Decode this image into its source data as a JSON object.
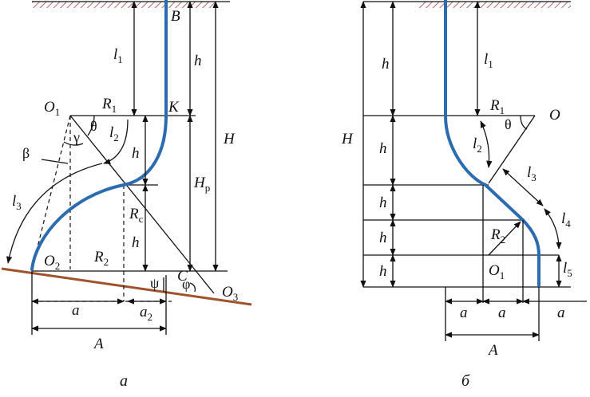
{
  "colors": {
    "well": "#2b6cb0",
    "ground": "#a0522d",
    "hatch": "#b06a6a",
    "line": "#111111"
  },
  "panel_a": {
    "caption": "а",
    "labels": {
      "B": "B",
      "K": "К",
      "C": "C",
      "O1": "O",
      "O1_sub": "1",
      "O2": "O",
      "O2_sub": "2",
      "O3": "O",
      "O3_sub": "3",
      "R1": "R",
      "R1_sub": "1",
      "R2": "R",
      "R2_sub": "2",
      "Rc": "R",
      "Rc_sub": "c",
      "l1": "l",
      "l1_sub": "1",
      "l2": "l",
      "l2_sub": "2",
      "l3": "l",
      "l3_sub": "3",
      "h": "h",
      "H": "H",
      "Hp": "H",
      "Hp_sub": "р",
      "a": "a",
      "a2": "a",
      "a2_sub": "2",
      "A": "A",
      "theta": "θ",
      "gamma": "γ",
      "beta": "β",
      "psi": "ψ",
      "phi": "φ"
    }
  },
  "panel_b": {
    "caption": "б",
    "labels": {
      "O": "O",
      "O1": "O",
      "O1_sub": "1",
      "R1": "R",
      "R1_sub": "1",
      "R2": "R",
      "R2_sub": "2",
      "l1": "l",
      "l1_sub": "1",
      "l2": "l",
      "l2_sub": "2",
      "l3": "l",
      "l3_sub": "3",
      "l4": "l",
      "l4_sub": "4",
      "l5": "l",
      "l5_sub": "5",
      "h": "h",
      "H": "H",
      "a": "a",
      "A": "A",
      "theta": "θ"
    }
  }
}
